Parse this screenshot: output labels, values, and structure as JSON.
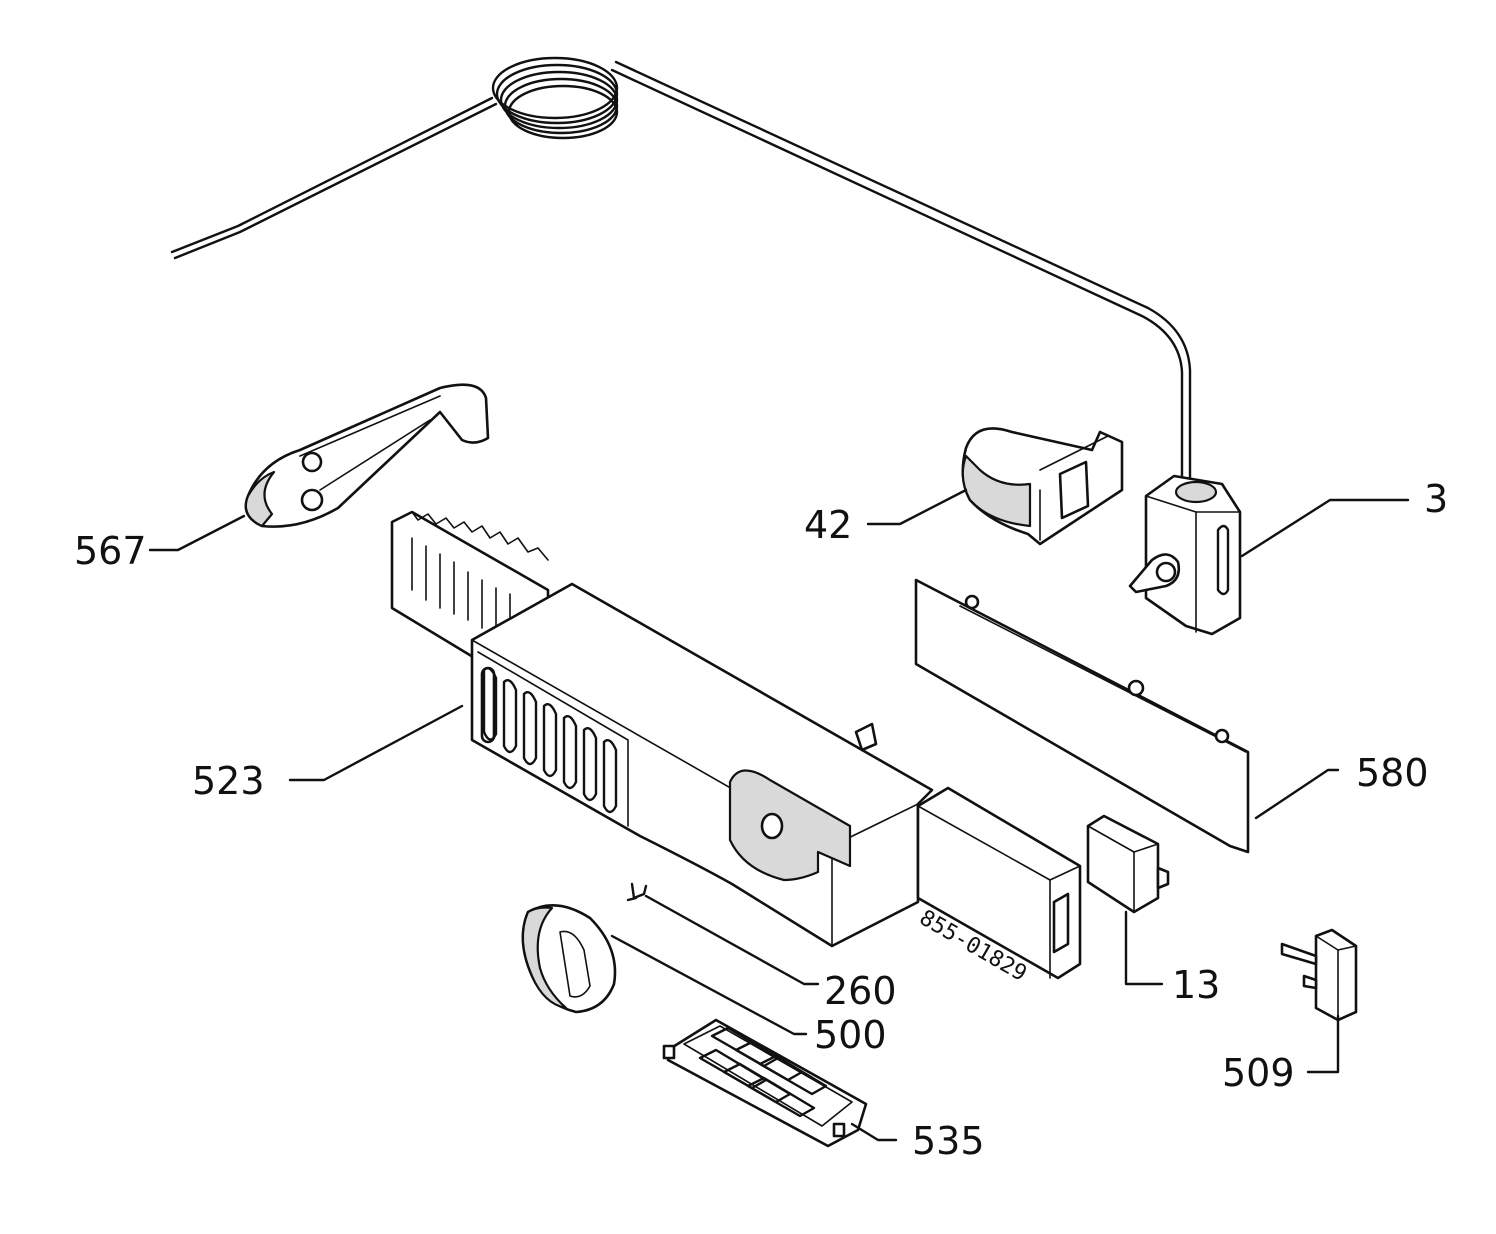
{
  "callouts": {
    "c3": "3",
    "c13": "13",
    "c42": "42",
    "c260": "260",
    "c500": "500",
    "c509": "509",
    "c523": "523",
    "c535": "535",
    "c567": "567",
    "c580": "580"
  },
  "stamp": "855-01829"
}
